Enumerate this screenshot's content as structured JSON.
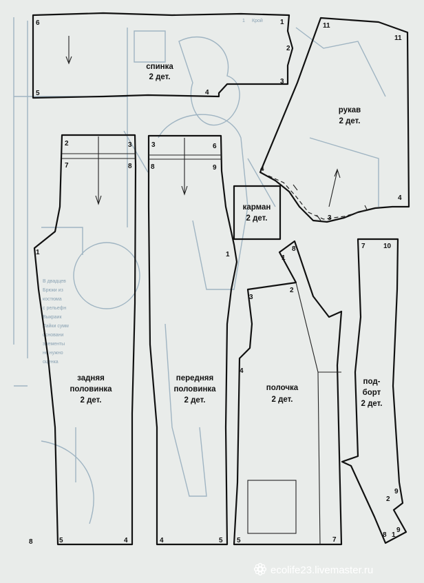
{
  "pieces": {
    "back": {
      "name": "спинка",
      "count": "2 дет.",
      "points": [
        "6",
        "1",
        "2",
        "3",
        "4",
        "5"
      ]
    },
    "sleeve": {
      "name": "рукав",
      "count": "2 дет.",
      "points": [
        "11",
        "11",
        "4",
        "3",
        "4"
      ]
    },
    "pocket": {
      "name": "карман",
      "count": "2 дет."
    },
    "back_trouser": {
      "name_line1": "задняя",
      "name_line2": "половинка",
      "count": "2 дет.",
      "points": [
        "2",
        "3",
        "7",
        "8",
        "1",
        "5",
        "4"
      ]
    },
    "front_trouser": {
      "name_line1": "передняя",
      "name_line2": "половинка",
      "count": "2 дет.",
      "points": [
        "3",
        "6",
        "8",
        "9",
        "1",
        "4",
        "5"
      ]
    },
    "front": {
      "name": "полочка",
      "count": "2 дет.",
      "points": [
        "8",
        "1",
        "3",
        "2",
        "4",
        "5",
        "7"
      ]
    },
    "facing": {
      "name_line1": "под-",
      "name_line2": "борт",
      "count": "2 дет.",
      "points": [
        "7",
        "10",
        "9",
        "2",
        "9",
        "8",
        "1"
      ]
    }
  },
  "page_number": "8",
  "watermark": "ecolife23.livemaster.ru",
  "background_text": {
    "header": "1 ",
    "header2": "Крой",
    "notes": [
      "В двадцев",
      "Брюки из",
      "костюма",
      "с рельефн",
      "Выкраик",
      "Лайки сумм",
      "основани",
      "элементы",
      "не нужно",
      "оценка"
    ]
  },
  "colors": {
    "paper": "#e9ecea",
    "lines": "#111111",
    "ghost": "#9fb4c2"
  }
}
